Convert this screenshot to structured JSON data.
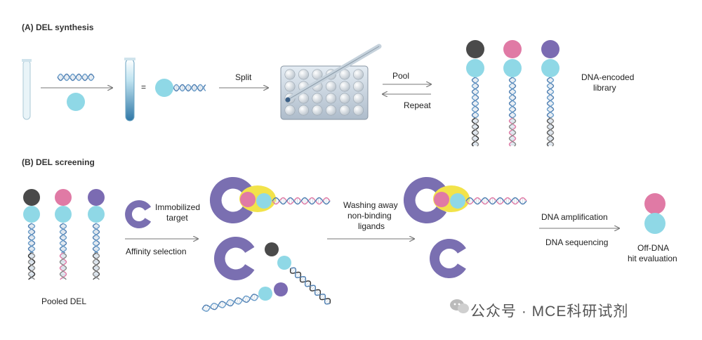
{
  "sections": {
    "a_title": "(A) DEL synthesis",
    "b_title": "(B) DEL screening"
  },
  "synthesis": {
    "equals": "=",
    "split": "Split",
    "pool": "Pool",
    "repeat": "Repeat",
    "library_line1": "DNA-encoded",
    "library_line2": "library"
  },
  "screening": {
    "pooled": "Pooled DEL",
    "immobilized_line1": "Immobilized",
    "immobilized_line2": "target",
    "affinity": "Affinity selection",
    "washing_line1": "Washing away",
    "washing_line2": "non-binding",
    "washing_line3": "ligands",
    "amplification": "DNA amplification",
    "sequencing": "DNA sequencing",
    "offdna_line1": "Off-DNA",
    "offdna_line2": "hit evaluation"
  },
  "watermark": "公众号 · MCE科研试剂",
  "colors": {
    "cyan": "#8fd8e6",
    "dark": "#4a4a4a",
    "pink": "#e07aa5",
    "purple": "#7b6bb2",
    "target": "#7a6fb1",
    "yellow": "#f2e34a",
    "dna_blue": "#4f7fb2",
    "tube_fill": "#3f86b0"
  }
}
